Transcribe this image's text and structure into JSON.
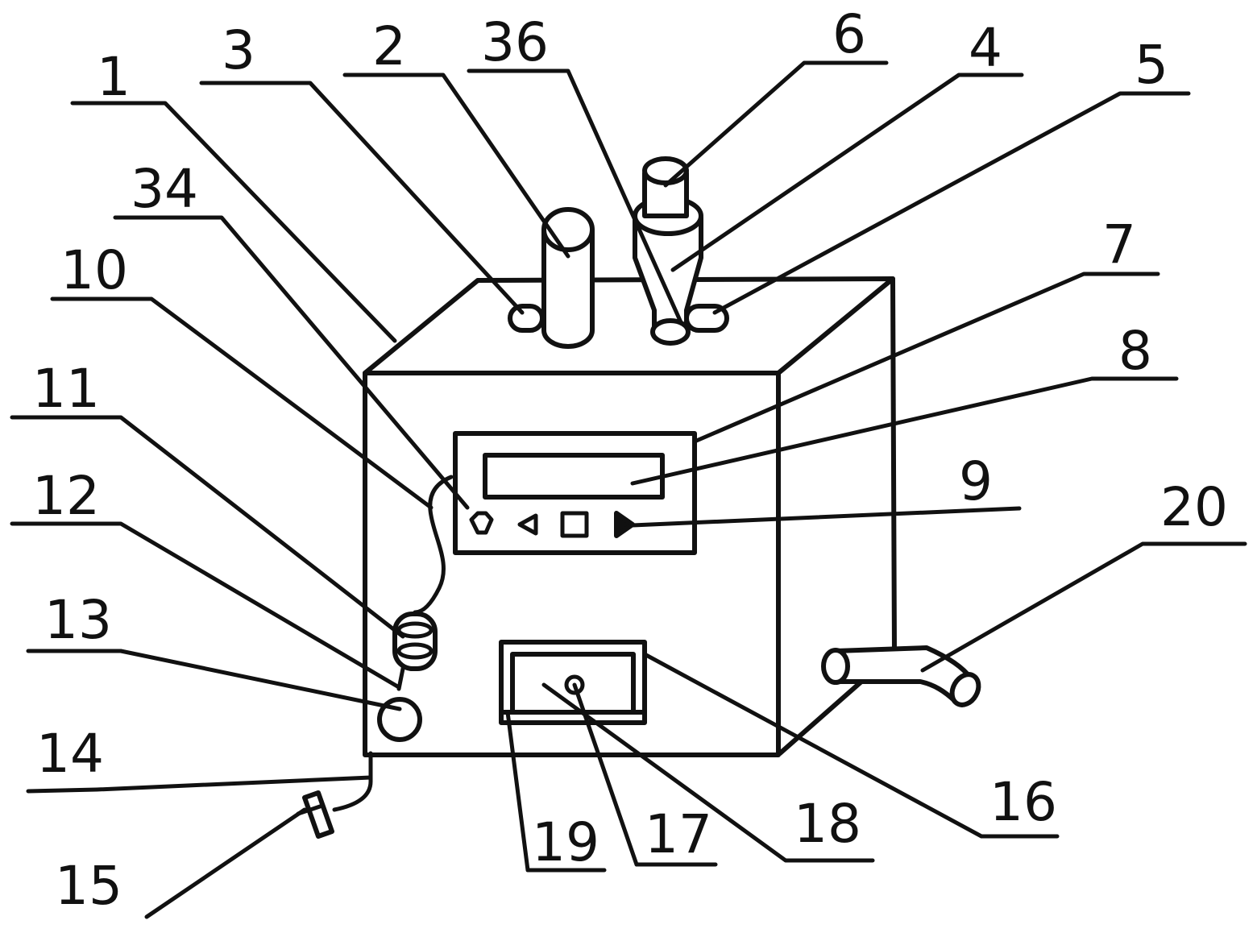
{
  "labels": {
    "n1": "1",
    "n2": "2",
    "n3": "3",
    "n4": "4",
    "n5": "5",
    "n6": "6",
    "n7": "7",
    "n8": "8",
    "n9": "9",
    "n10": "10",
    "n11": "11",
    "n12": "12",
    "n13": "13",
    "n14": "14",
    "n15": "15",
    "n16": "16",
    "n17": "17",
    "n18": "18",
    "n19": "19",
    "n20": "20",
    "n34": "34",
    "n36": "36"
  },
  "colors": {
    "line": "#111111",
    "background": "#ffffff"
  }
}
